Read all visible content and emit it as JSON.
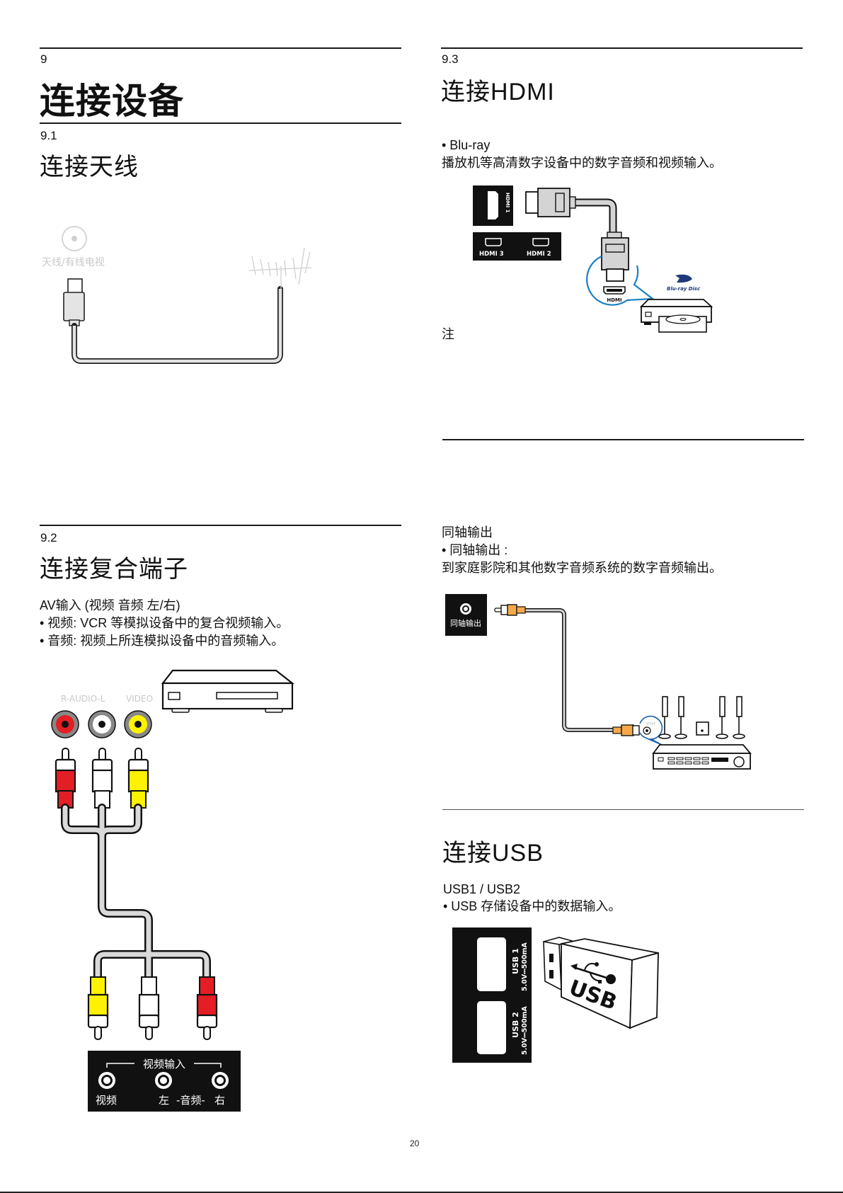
{
  "chapter": {
    "number": "9",
    "title": "连接设备"
  },
  "sections": {
    "antenna": {
      "number": "9.1",
      "title": "连接天线",
      "diagram": {
        "port_label": "天线/有线电视",
        "icons": [
          "coax-port-icon",
          "coax-plug-icon",
          "antenna-icon"
        ]
      }
    },
    "composite": {
      "number": "9.2",
      "title": "连接复合端子",
      "lines": [
        "AV输入 (视频 音频 左/右)",
        "• 视频: VCR 等模拟设备中的复合视频输入。",
        "• 音频: 视频上所连模拟设备中的音频输入。"
      ],
      "diagram": {
        "device_jack_label_audio": "R-AUDIO-L",
        "device_jack_label_video": "VIDEO",
        "tv_panel_title": "视频输入",
        "tv_panel_video": "视频",
        "tv_panel_left": "左",
        "tv_panel_audio": "-音频-",
        "tv_panel_right": "右",
        "colors": {
          "red": "#e31e24",
          "white": "#ffffff",
          "yellow": "#fff200",
          "cable": "#d9d9d9"
        }
      }
    },
    "hdmi": {
      "number": "9.3",
      "title": "连接HDMI",
      "lines": [
        "• Blu-ray",
        "播放机等高清数字设备中的数字音频和视频输入。"
      ],
      "note": "注",
      "diagram": {
        "port1": "HDMI 1",
        "port2": "HDMI 2",
        "port3": "HDMI 3",
        "callout_label": "HDMI",
        "brand_label": "Blu-ray Disc",
        "callout_color": "#1a7fc1"
      }
    },
    "coax": {
      "heading": "同轴输出",
      "lines": [
        "• 同轴输出 :",
        "到家庭影院和其他数字音频系统的数字音频输出。"
      ],
      "diagram": {
        "port_label": "同轴输出",
        "receiver_label": "SPDIF",
        "plug_color": "#f5a94a"
      }
    },
    "usb": {
      "title": "连接USB",
      "lines": [
        "USB1 / USB2",
        "• USB 存储设备中的数据输入。"
      ],
      "diagram": {
        "port1_name": "USB 1",
        "port1_spec": "5.0V⎓500mA",
        "port2_name": "USB 2",
        "port2_spec": "5.0V⎓500mA",
        "stick_label": "USB"
      }
    }
  },
  "page_number": "20"
}
